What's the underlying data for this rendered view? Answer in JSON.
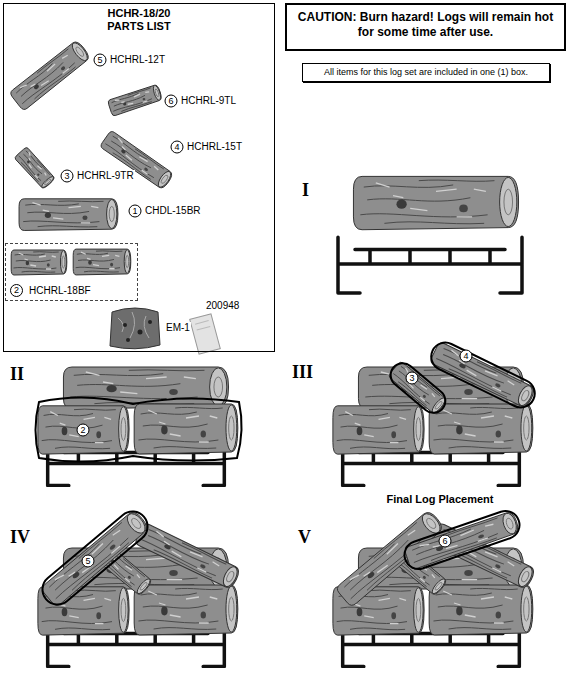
{
  "diagram": {
    "nodes": [
      {
        "text": [
          "HCHR-18/20",
          "PARTS LIST"
        ]
      },
      {
        "text": [
          "CAUTION: Burn hazard! Logs will remain hot for some time after use."
        ]
      },
      {
        "text": [
          "All items for this log set are included in one (1) box."
        ]
      },
      {
        "text": [
          "2",
          "HCHRL-18BF"
        ],
        "in": 0
      }
    ],
    "labels": [
      "5",
      "HCHRL-12T",
      "6",
      "HCHRL-9TL",
      "4",
      "HCHRL-15T",
      "3",
      "HCHRL-9TR",
      "1",
      "CHDL-15BR",
      "EM-1",
      "200948",
      "I",
      "II",
      "2",
      "III",
      "3",
      "4",
      "IV",
      "5",
      "V",
      "Final Log Placement",
      "6"
    ]
  }
}
